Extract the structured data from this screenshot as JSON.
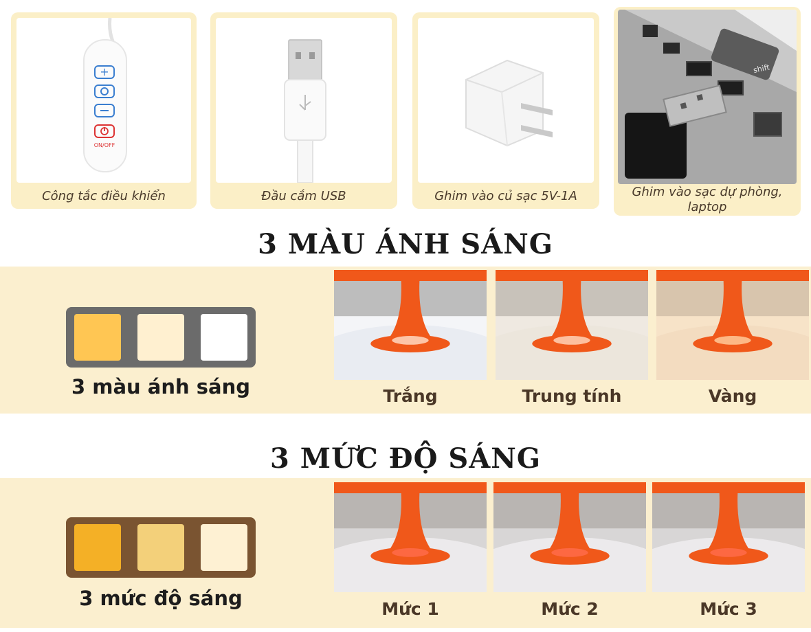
{
  "accessories": [
    {
      "caption": "Công tắc điều khiển",
      "icon": "switch-controller-icon",
      "switch_label": "ON/OFF"
    },
    {
      "caption": "Đầu cắm USB",
      "icon": "usb-plug-icon"
    },
    {
      "caption": "Ghim vào củ sạc 5V-1A",
      "icon": "wall-charger-icon"
    },
    {
      "caption": "Ghim vào sạc dự phòng, laptop",
      "icon": "laptop-usb-port-icon",
      "key_label": "shift"
    }
  ],
  "colors_section": {
    "title": "3 MÀU ÁNH SÁNG",
    "label": "3 màu ánh sáng",
    "swatches": [
      "#ffc653",
      "#fff0d0",
      "#ffffff"
    ],
    "photos": [
      {
        "caption": "Trắng"
      },
      {
        "caption": "Trung tính"
      },
      {
        "caption": "Vàng"
      }
    ]
  },
  "levels_section": {
    "title": "3 MỨC ĐỘ SÁNG",
    "label": "3 mức độ sáng",
    "swatches": [
      "#f4b026",
      "#f3d07a",
      "#fef1d3"
    ],
    "photos": [
      {
        "caption": "Mức 1"
      },
      {
        "caption": "Mức 2"
      },
      {
        "caption": "Mức 3"
      }
    ]
  },
  "colors": {
    "card_bg": "#fbefc7",
    "band_bg": "#fbefcf",
    "lamp_orange": "#f0581a",
    "caption_text": "#4a3727"
  }
}
